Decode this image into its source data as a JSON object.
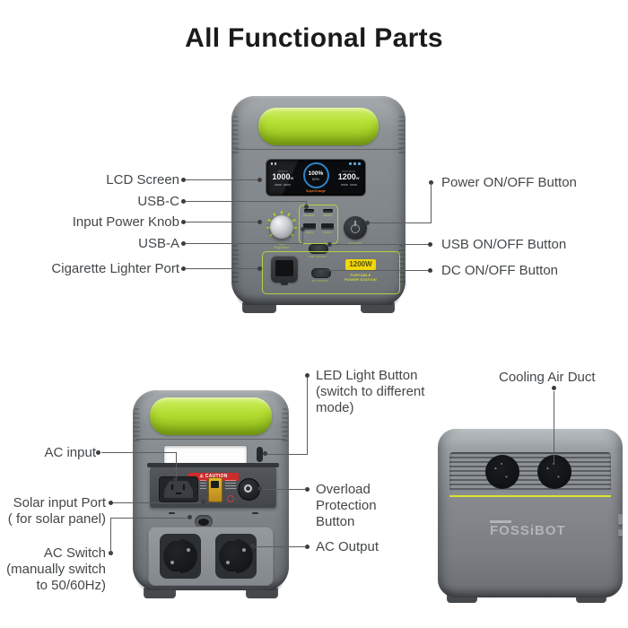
{
  "title": "All Functional Parts",
  "front": {
    "labels_left": [
      "LCD Screen",
      "USB-C",
      "Input Power Knob",
      "USB-A",
      "Cigarette Lighter Port"
    ],
    "labels_right": [
      "Power ON/OFF Button",
      "USB ON/OFF Button",
      "DC ON/OFF Button"
    ],
    "lcd": {
      "input_label": "INPUT",
      "input_value": "1000",
      "input_unit": "W",
      "battery_value": "100",
      "battery_unit": "%",
      "battery_sub": "60%",
      "charge_mode": "SuperCharge",
      "output_label": "OUTPUT",
      "output_value": "1200",
      "output_unit": "W"
    },
    "knob_caption": "Input Regulator",
    "ports": {
      "usbc1": "PD100W",
      "usbc2": "PD20W",
      "usba1": "QC3.0",
      "usba2": "QC3.0"
    },
    "usb_switch_label": "USB ON/OFF",
    "power_label": "POWER",
    "dc_switch_label": "DC ON/OFF",
    "badge": "1200W",
    "badge_sub": "PORTABLE POWER STATION"
  },
  "back": {
    "labels_left": [
      {
        "lines": [
          "AC input"
        ]
      },
      {
        "lines": [
          "Solar input Port",
          "( for solar panel)"
        ]
      },
      {
        "lines": [
          "AC Switch",
          "(manually switch",
          "to 50/60Hz)"
        ]
      }
    ],
    "labels_right": [
      {
        "lines": [
          "LED Light Button",
          "(switch to different",
          "mode)"
        ]
      },
      {
        "lines": [
          "Overload",
          "Protection",
          "Button"
        ]
      },
      {
        "lines": [
          "AC Output"
        ]
      }
    ],
    "caution": "⚠ CAUTION"
  },
  "side": {
    "label": "Cooling Air Duct",
    "logo": "FOSSiBOT"
  }
}
